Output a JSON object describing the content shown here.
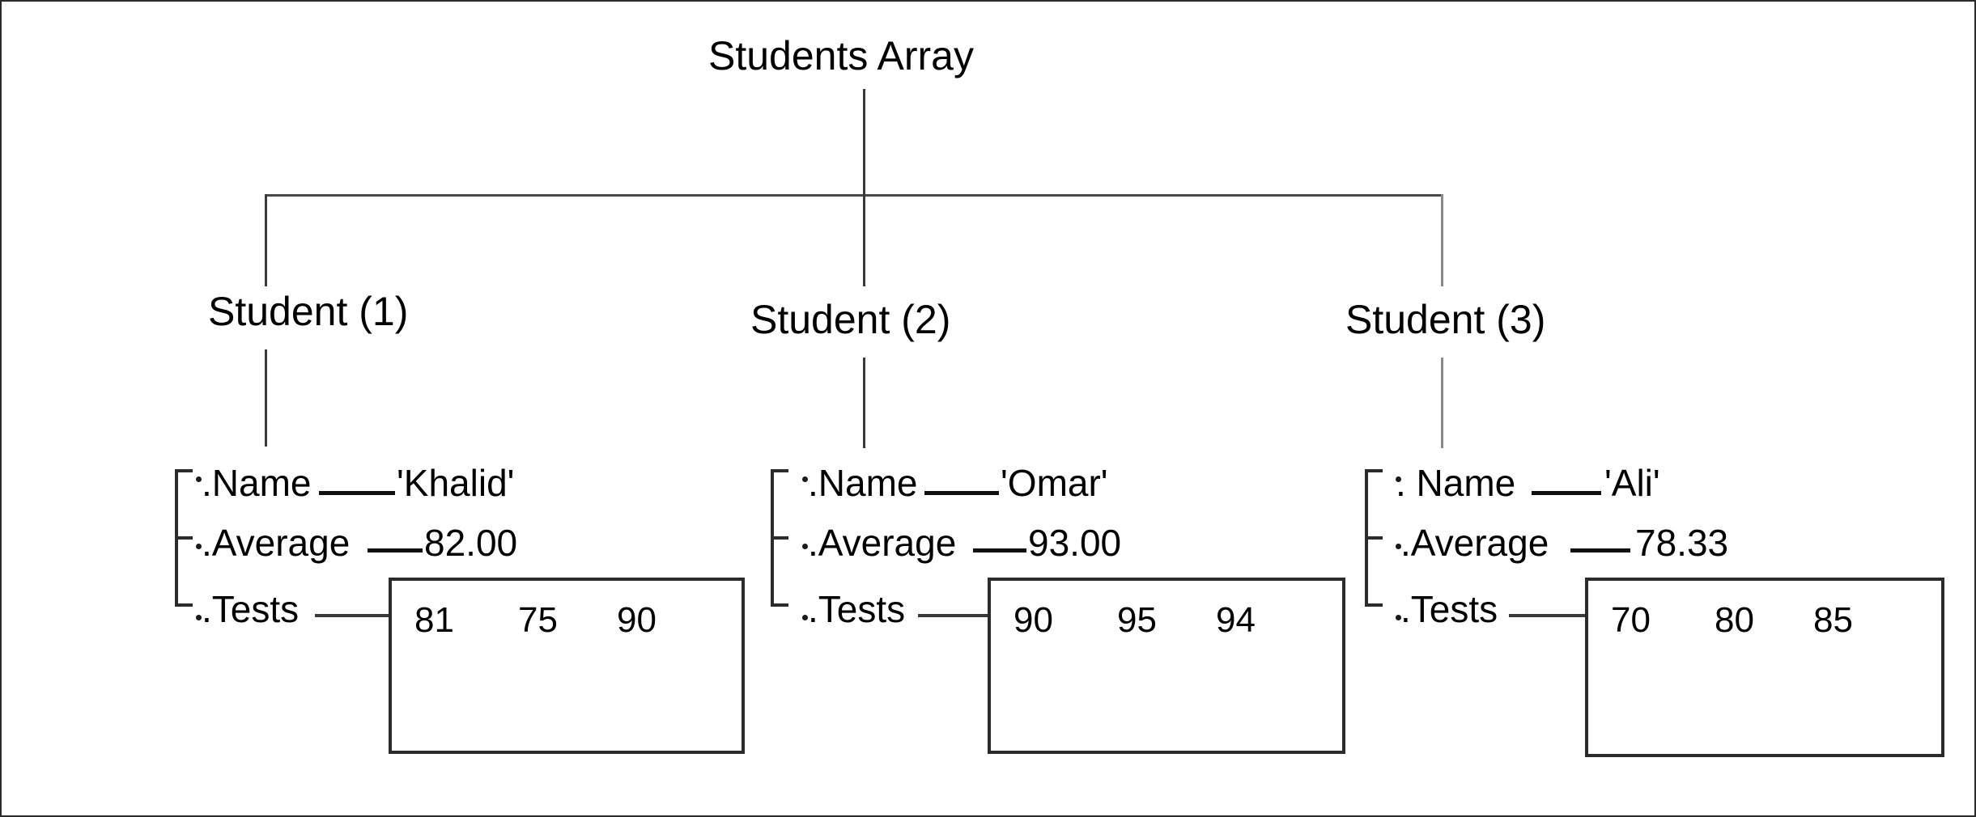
{
  "diagram": {
    "title": "Students Array",
    "root_label": "Students Array",
    "field_labels": {
      "name": ".Name",
      "average": ".Average",
      "tests": ".Tests"
    },
    "students": [
      {
        "title": "Student (1)",
        "name_label": ".Name",
        "name_value": "'Khalid'",
        "average_label": ".Average",
        "average_value": "82.00",
        "tests_label": ".Tests",
        "tests": [
          "81",
          "75",
          "90"
        ]
      },
      {
        "title": "Student (2)",
        "name_label": ".Name",
        "name_value": "'Omar'",
        "average_label": ".Average",
        "average_value": "93.00",
        "tests_label": ".Tests",
        "tests": [
          "90",
          "95",
          "94"
        ]
      },
      {
        "title": "Student (3)",
        "name_label": ". Name",
        "name_value": "'Ali'",
        "average_label": ".Average",
        "average_value": "78.33",
        "tests_label": ".Tests",
        "tests": [
          "70",
          "80",
          "85"
        ]
      }
    ],
    "colors": {
      "line": "#3a3a3a",
      "line_light": "#8a8a8a",
      "box_border": "#2b2b2b",
      "text": "#000000",
      "background": "#ffffff"
    }
  }
}
